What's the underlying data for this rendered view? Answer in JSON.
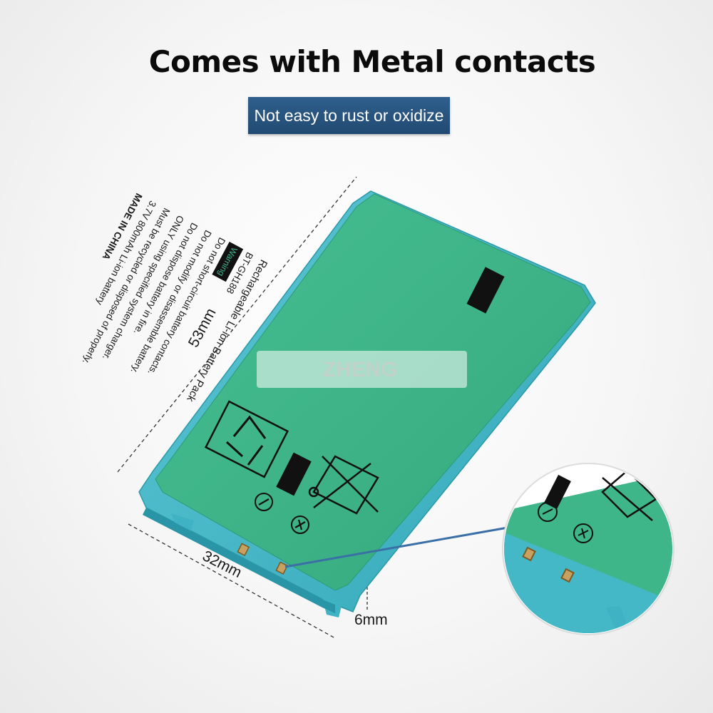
{
  "header": {
    "title": "Comes with Metal contacts",
    "badge": "Not easy to rust or oxidize"
  },
  "dimensions": {
    "length": "53mm",
    "width": "32mm",
    "thickness": "6mm"
  },
  "battery_label": {
    "product_line1": "Rechargeable Li-ion Battery Pack",
    "model": "BT-GH188",
    "warning_tag": "Warning",
    "warning_lines": [
      "Do not short-circuit battery contacts.",
      "Do not modify or disassemble battery.",
      "Do not dispose battery in fire.",
      "ONLY using specified system charger.",
      "Must be recycled or disposed of properly."
    ],
    "rating": "3.7V 800mAh Li-ion battery",
    "origin": "MADE IN CHINA",
    "minus_symbol": "−",
    "plus_symbol": "+"
  },
  "watermark": "ZHENG",
  "colors": {
    "battery_body": "#3fb58a",
    "battery_frame": "#45b8c8",
    "badge": "#24507a"
  },
  "icons": [
    "recycle-icon",
    "crossed-bin-icon",
    "minus-terminal-icon",
    "plus-terminal-icon"
  ]
}
